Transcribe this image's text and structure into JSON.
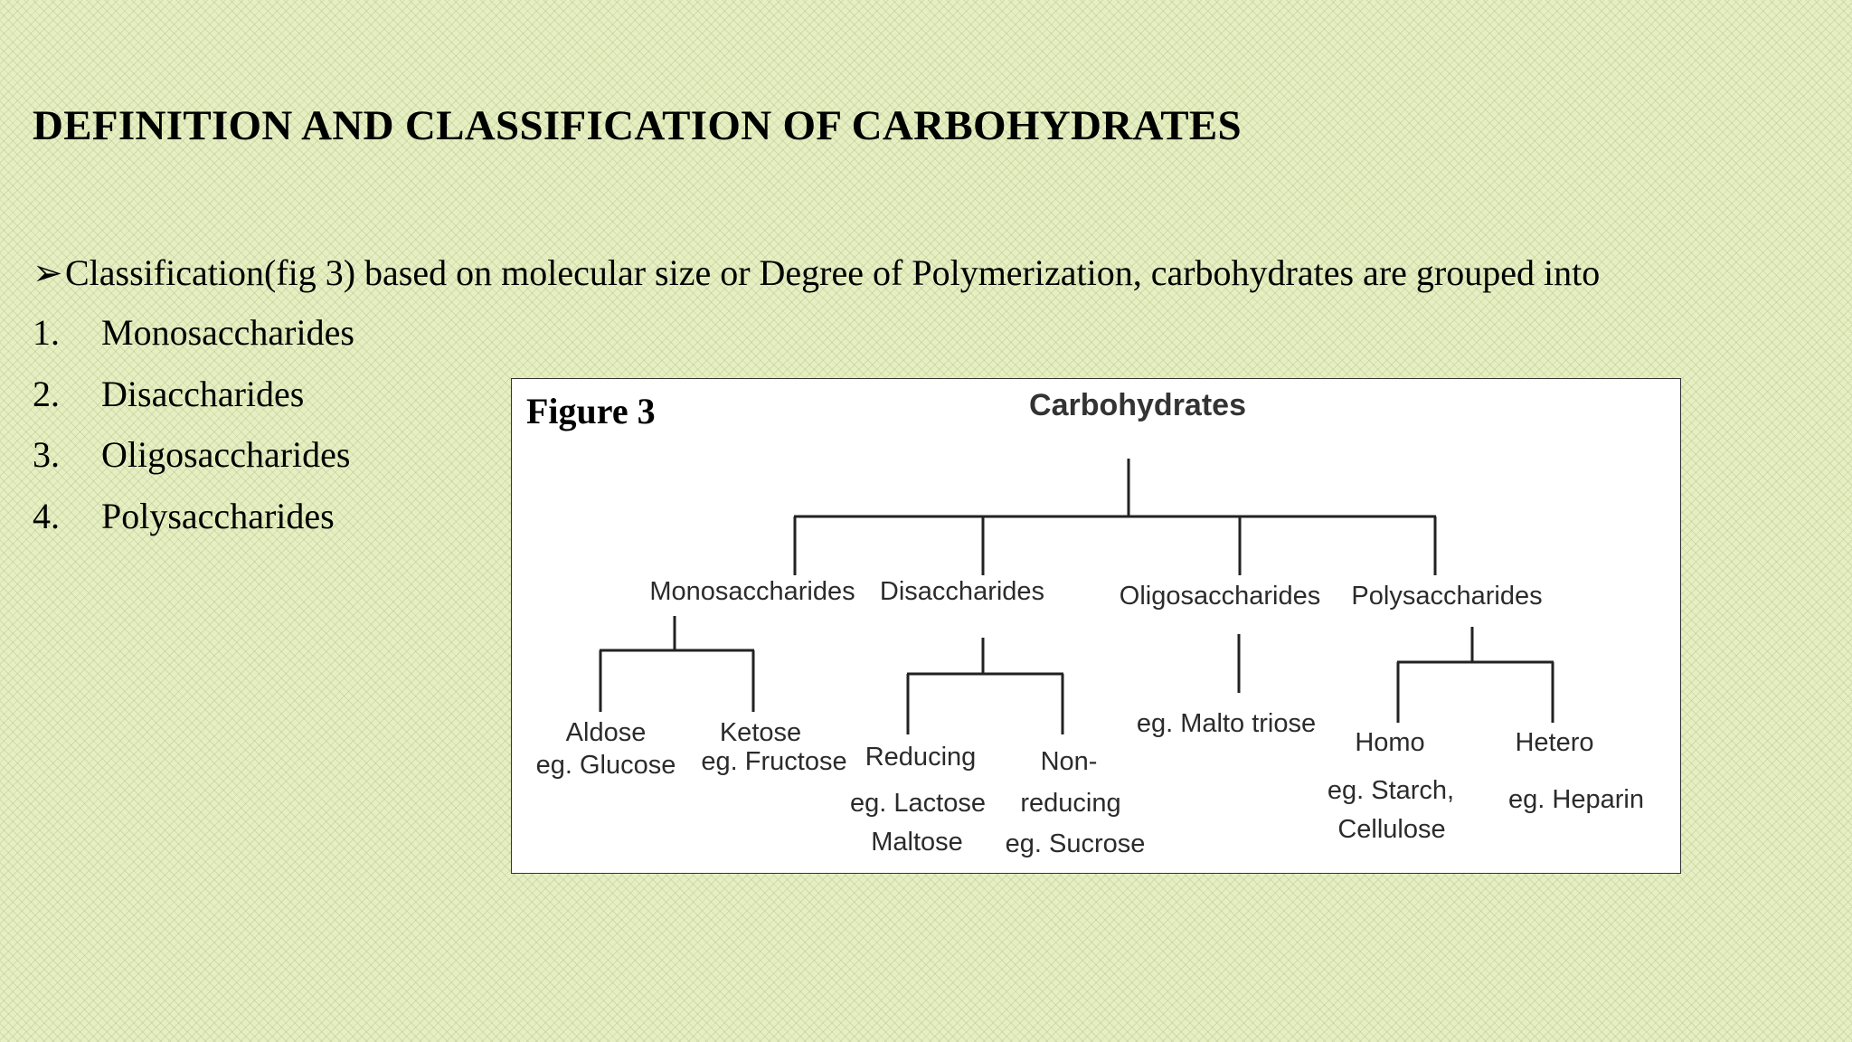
{
  "slide": {
    "title": "DEFINITION AND CLASSIFICATION OF CARBOHYDRATES",
    "intro_arrow": "➢",
    "intro": "Classification(fig 3) based on molecular size or Degree of Polymerization, carbohydrates are grouped into",
    "list": [
      {
        "num": "1.",
        "label": "Monosaccharides"
      },
      {
        "num": "2.",
        "label": "Disaccharides"
      },
      {
        "num": "3.",
        "label": "Oligosaccharides"
      },
      {
        "num": "4.",
        "label": "Polysaccharides"
      }
    ]
  },
  "figure": {
    "label": "Figure 3",
    "root": "Carbohydrates",
    "classes": {
      "mono": "Monosaccharides",
      "di": "Disaccharides",
      "oligo": "Oligosaccharides",
      "poly": "Polysaccharides"
    },
    "mono_children": {
      "aldose": "Aldose",
      "aldose_eg": "eg. Glucose",
      "ketose": "Ketose",
      "ketose_eg": "eg. Fructose"
    },
    "di_children": {
      "reducing": "Reducing",
      "reducing_eg1": "eg. Lactose",
      "reducing_eg2": "Maltose",
      "nonreducing1": "Non-",
      "nonreducing2": "reducing",
      "nonreducing_eg": "eg. Sucrose"
    },
    "oligo_example": "eg. Malto triose",
    "poly_children": {
      "homo": "Homo",
      "homo_eg1": "eg. Starch,",
      "homo_eg2": "Cellulose",
      "hetero": "Hetero",
      "hetero_eg": "eg. Heparin"
    }
  }
}
